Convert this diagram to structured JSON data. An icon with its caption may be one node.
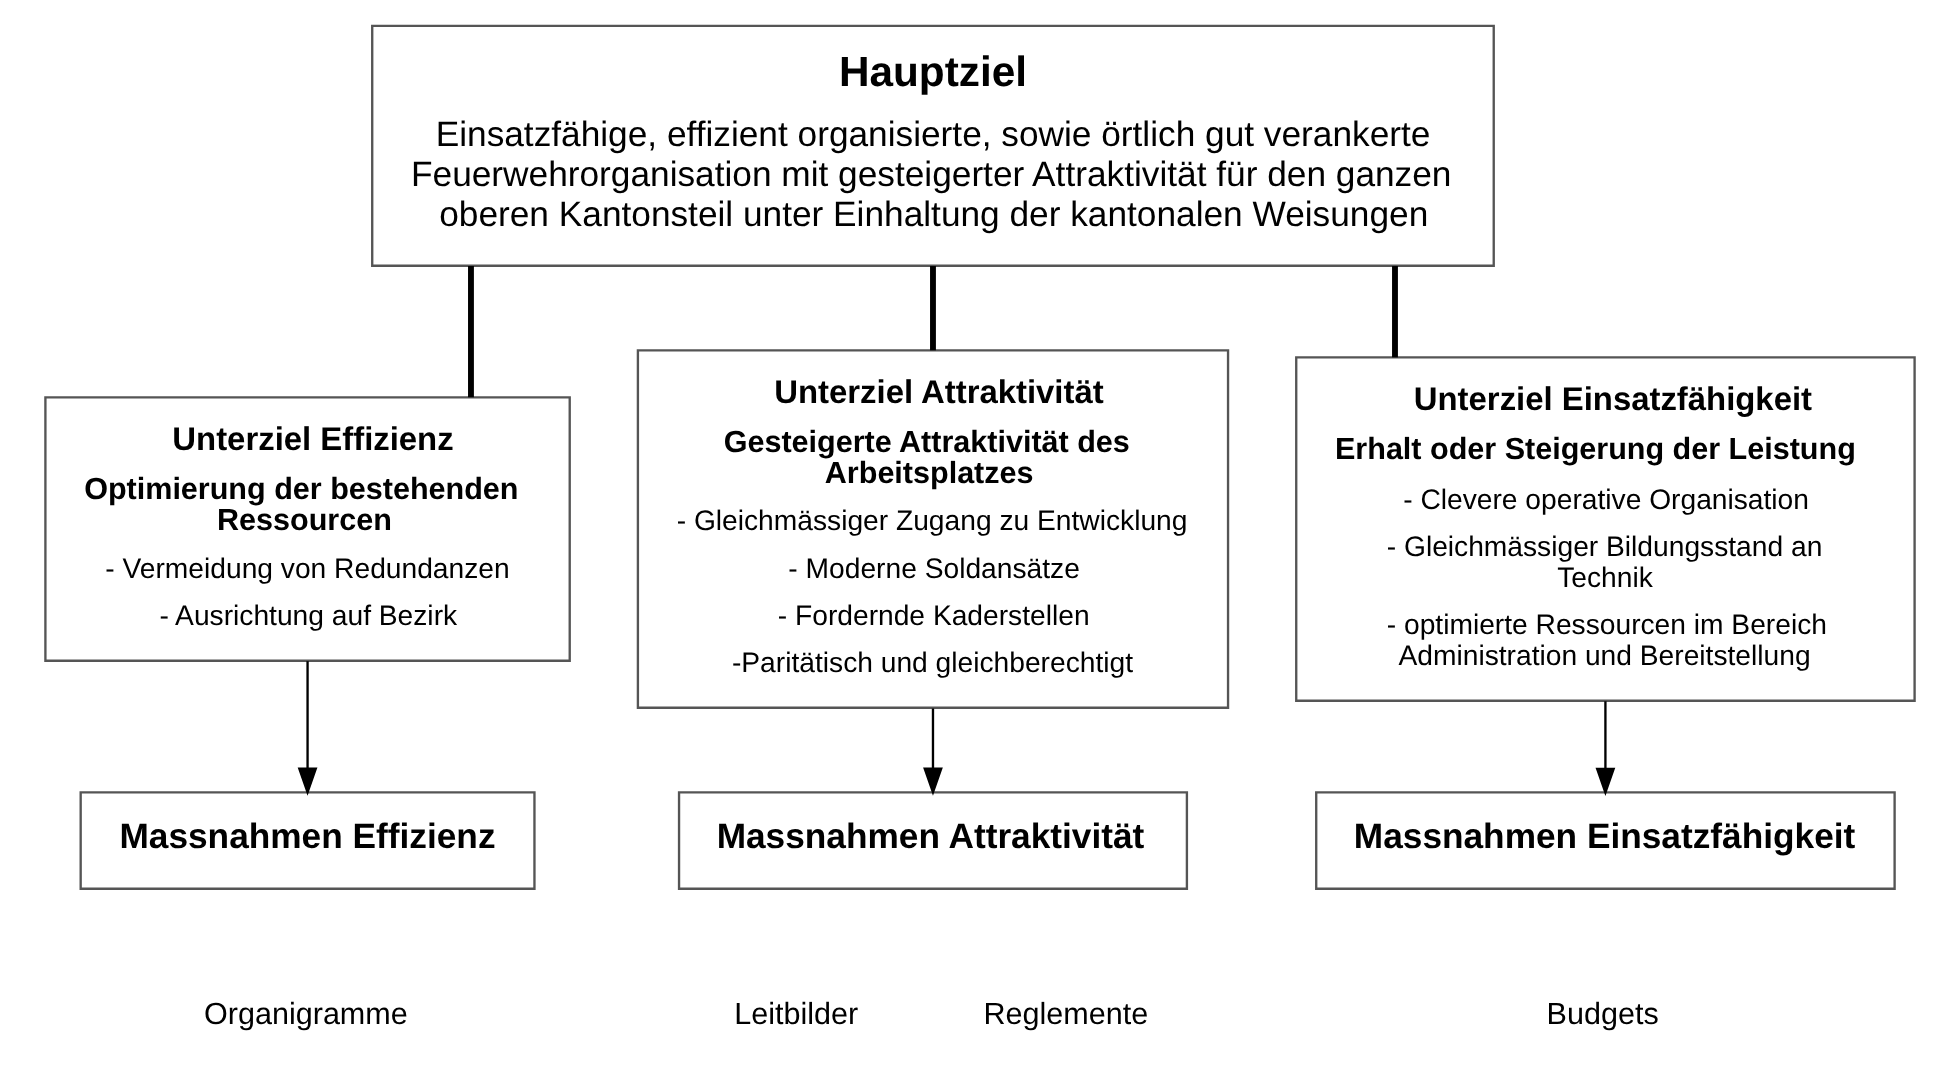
{
  "diagram": {
    "nodes": [
      {
        "text": [
          "Hauptziel",
          "Einsatzfähige, effizient organisierte, sowie örtlich gut verankerte Feuerwehrorganisation mit gesteigerter Attraktivität für den ganzen oberen Kantonsteil unter Einhaltung der kantonalen Weisungen"
        ]
      },
      {
        "text": [
          "Unterziel Effizienz",
          "Optimierung der bestehenden Ressourcen",
          "- Vermeidung von Redundanzen",
          "- Ausrichtung auf Bezirk"
        ]
      },
      {
        "text": [
          "Unterziel Attraktivität",
          "Gesteigerte Attraktivität des Arbeitsplatzes",
          "- Gleichmässiger Zugang zu Entwicklung",
          "- Moderne Soldansätze",
          "- Fordernde Kaderstellen",
          "-Paritätisch und gleichberechtigt"
        ]
      },
      {
        "text": [
          "Unterziel Einsatzfähigkeit",
          "Erhalt oder Steigerung der Leistung",
          "- Clevere operative Organisation",
          "- Gleichmässiger Bildungsstand an Technik",
          "- optimierte Ressourcen im Bereich Administration und Bereitstellung"
        ]
      },
      {
        "text": [
          "Massnahmen Effizienz"
        ]
      },
      {
        "text": [
          "Massnahmen Attraktivität"
        ]
      },
      {
        "text": [
          "Massnahmen Einsatzfähigkeit"
        ]
      }
    ],
    "edges": [
      {
        "from": 0,
        "to": 1,
        "arrow": "none",
        "style": "thick"
      },
      {
        "from": 0,
        "to": 2,
        "arrow": "none",
        "style": "thick"
      },
      {
        "from": 0,
        "to": 3,
        "arrow": "none",
        "style": "thick"
      },
      {
        "from": 1,
        "to": 4,
        "arrow": "to"
      },
      {
        "from": 2,
        "to": 5,
        "arrow": "to"
      },
      {
        "from": 3,
        "to": 6,
        "arrow": "to"
      }
    ],
    "labels": [
      "Organigramme",
      "Leitbilder",
      "Reglemente",
      "Budgets"
    ]
  }
}
